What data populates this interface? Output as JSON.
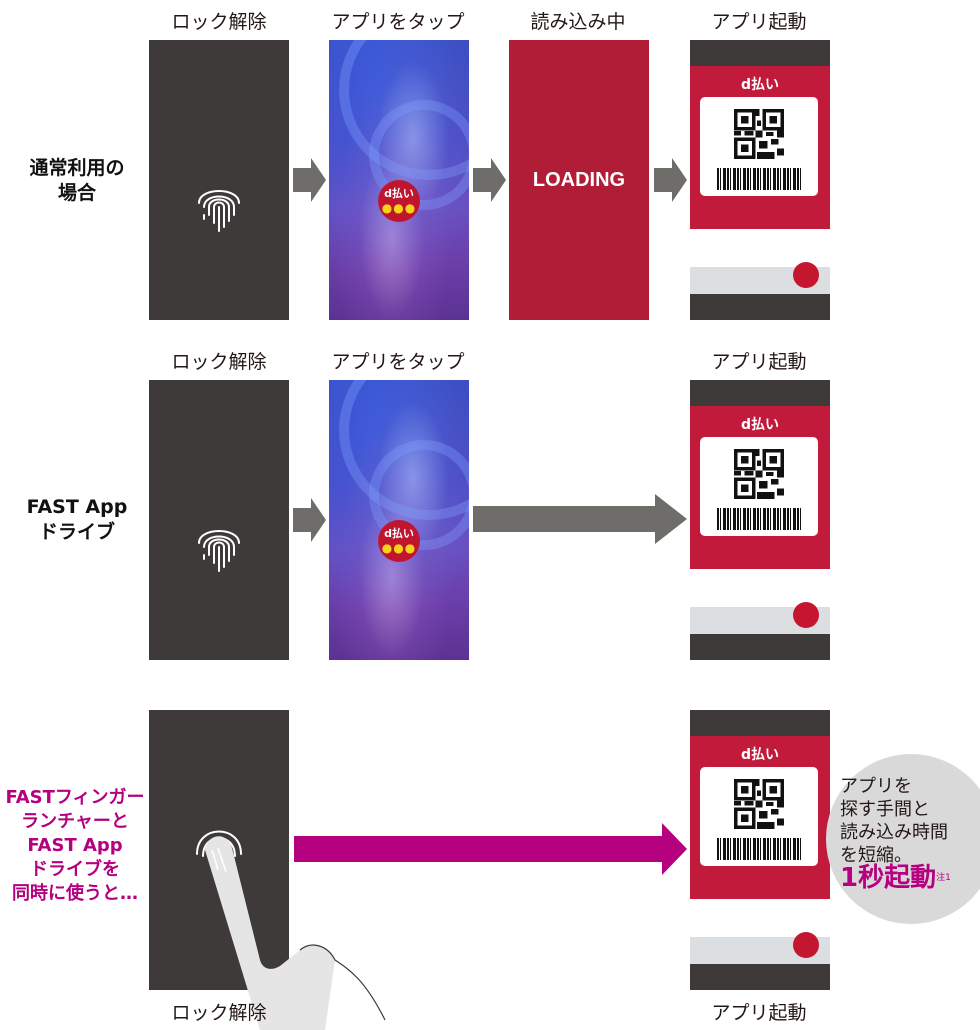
{
  "colors": {
    "dark_phone": "#3e3a39",
    "loading_red": "#b11c37",
    "app_red": "#c21a3a",
    "grey_arrow": "#6e6d69",
    "magenta_arrow": "#b5007f",
    "bubble_grey": "#d9d9d9"
  },
  "rows": [
    {
      "label_line1": "通常利用の",
      "label_line2": "場合",
      "steps": [
        {
          "label": "ロック解除",
          "screen": "fingerprint"
        },
        {
          "label": "アプリをタップ",
          "screen": "wallpaper",
          "icon": "d払い"
        },
        {
          "label": "読み込み中",
          "screen": "loading",
          "text": "LOADING"
        },
        {
          "label": "アプリ起動",
          "screen": "app"
        }
      ]
    },
    {
      "label_line1": "FAST App",
      "label_line2": "ドライブ",
      "steps": [
        {
          "label": "ロック解除",
          "screen": "fingerprint"
        },
        {
          "label": "アプリをタップ",
          "screen": "wallpaper",
          "icon": "d払い"
        },
        {
          "label": "アプリ起動",
          "screen": "app"
        }
      ]
    },
    {
      "label_lines": [
        "FASTフィンガー",
        "ランチャーと",
        "FAST App",
        "ドライブを",
        "同時に使うと…"
      ],
      "steps": [
        {
          "label": "ロック解除",
          "screen": "finger-touch"
        },
        {
          "label": "アプリ起動",
          "screen": "app"
        }
      ]
    }
  ],
  "app_screen": {
    "brand": "d払い"
  },
  "bubble": {
    "line1": "アプリを",
    "line2": "探す手間と",
    "line3": "読み込み時間",
    "line4": "を短縮。",
    "highlight": "1秒起動",
    "note": "注1"
  }
}
